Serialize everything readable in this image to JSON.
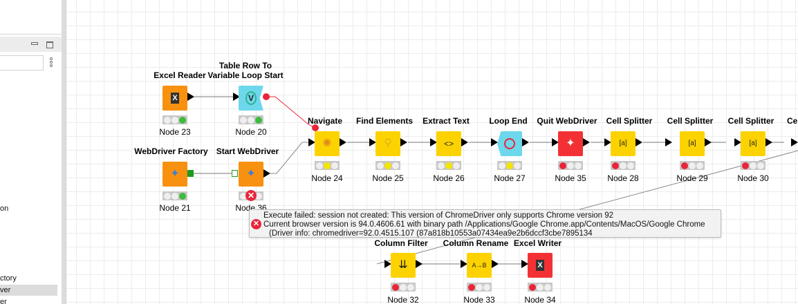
{
  "sidebar": {
    "search": {
      "value": "",
      "placeholder": ""
    },
    "items": [
      {
        "label": "on",
        "selected": false
      },
      {
        "label": "ctory",
        "selected": false
      },
      {
        "label": "ver",
        "selected": true
      },
      {
        "label": "er",
        "selected": false
      }
    ]
  },
  "workflow": {
    "nodes": [
      {
        "id": "n23",
        "title": "Excel Reader",
        "label": "Node 23",
        "color": "#f7910f",
        "status": [
          "off",
          "off",
          "green"
        ],
        "icon": "excel-reader-icon"
      },
      {
        "id": "n20",
        "title": "Table Row To\nVariable Loop Start",
        "title_line1": "Table Row To",
        "title_line2": "Variable Loop Start",
        "label": "Node 20",
        "color": "#6dd7ec",
        "status": [
          "off",
          "off",
          "green"
        ],
        "icon": "loop-start-icon"
      },
      {
        "id": "n21",
        "title": "WebDriver Factory",
        "label": "Node 21",
        "color": "#f7910f",
        "status": [
          "off",
          "off",
          "green"
        ],
        "icon": "webdriver-factory-icon"
      },
      {
        "id": "n36",
        "title": "Start WebDriver",
        "label": "Node 36",
        "color": "#f7910f",
        "status": [
          "error"
        ],
        "icon": "compass-icon"
      },
      {
        "id": "n24",
        "title": "Navigate",
        "label": "Node 24",
        "color": "#fcd300",
        "status": [
          "off",
          "yellow",
          "off"
        ],
        "icon": "navigate-icon"
      },
      {
        "id": "n25",
        "title": "Find Elements",
        "label": "Node 25",
        "color": "#fcd300",
        "status": [
          "off",
          "yellow",
          "off"
        ],
        "icon": "find-elements-icon"
      },
      {
        "id": "n26",
        "title": "Extract Text",
        "label": "Node 26",
        "color": "#fcd300",
        "status": [
          "off",
          "yellow",
          "off"
        ],
        "icon": "code-brackets-icon"
      },
      {
        "id": "n27",
        "title": "Loop End",
        "label": "Node 27",
        "color": "#6dd7ec",
        "status": [
          "off",
          "yellow",
          "off"
        ],
        "icon": "loop-end-icon"
      },
      {
        "id": "n35",
        "title": "Quit WebDriver",
        "label": "Node 35",
        "color": "#f33135",
        "status": [
          "red",
          "off",
          "off"
        ],
        "icon": "quit-webdriver-icon"
      },
      {
        "id": "n28",
        "title": "Cell Splitter",
        "label": "Node 28",
        "color": "#fcd300",
        "status": [
          "red",
          "off",
          "off"
        ],
        "icon": "cell-splitter-icon"
      },
      {
        "id": "n29",
        "title": "Cell Splitter",
        "label": "Node 29",
        "color": "#fcd300",
        "status": [
          "red",
          "off",
          "off"
        ],
        "icon": "cell-splitter-icon"
      },
      {
        "id": "n30",
        "title": "Cell Splitter",
        "label": "Node 30",
        "color": "#fcd300",
        "status": [
          "red",
          "off",
          "off"
        ],
        "icon": "cell-splitter-icon"
      },
      {
        "id": "n31",
        "title": "Ce",
        "label": "",
        "color": "#fcd300",
        "status": [],
        "icon": ""
      },
      {
        "id": "n32",
        "title": "Column Filter",
        "label": "Node 32",
        "color": "#fcd300",
        "status": [
          "red",
          "off",
          "off"
        ],
        "icon": "column-filter-icon"
      },
      {
        "id": "n33",
        "title": "Column Rename",
        "label": "Node 33",
        "color": "#fcd300",
        "status": [
          "red",
          "off",
          "off"
        ],
        "icon": "column-rename-icon"
      },
      {
        "id": "n34",
        "title": "Excel Writer",
        "label": "Node 34",
        "color": "#f33135",
        "status": [
          "red",
          "off",
          "off"
        ],
        "icon": "excel-writer-icon"
      }
    ]
  },
  "tooltip": {
    "line1": "Execute failed: session not created: This version of ChromeDriver only supports Chrome version 92",
    "line2": "Current browser version is 94.0.4606.61 with binary path /Applications/Google Chrome.app/Contents/MacOS/Google Chrome",
    "line3": "(Driver info: chromedriver=92.0.4515.107 (87a818b10553a07434ea9e2b6dccf3cbe7895134",
    "icon": "error-icon"
  },
  "glyphs": {
    "error_x": "✕",
    "excel": "X",
    "code": "<>",
    "splitter": "[a]",
    "rename": "A→B",
    "filter": "⇊",
    "compass": "✦",
    "navigate": "✺",
    "find": "⚲",
    "loop_v": "V"
  },
  "colors": {
    "orange": "#f7910f",
    "yellow": "#fcd300",
    "red": "#f33135",
    "cyan": "#6dd7ec",
    "flow_var": "#e8263a",
    "db_port": "#1e9a1e"
  }
}
